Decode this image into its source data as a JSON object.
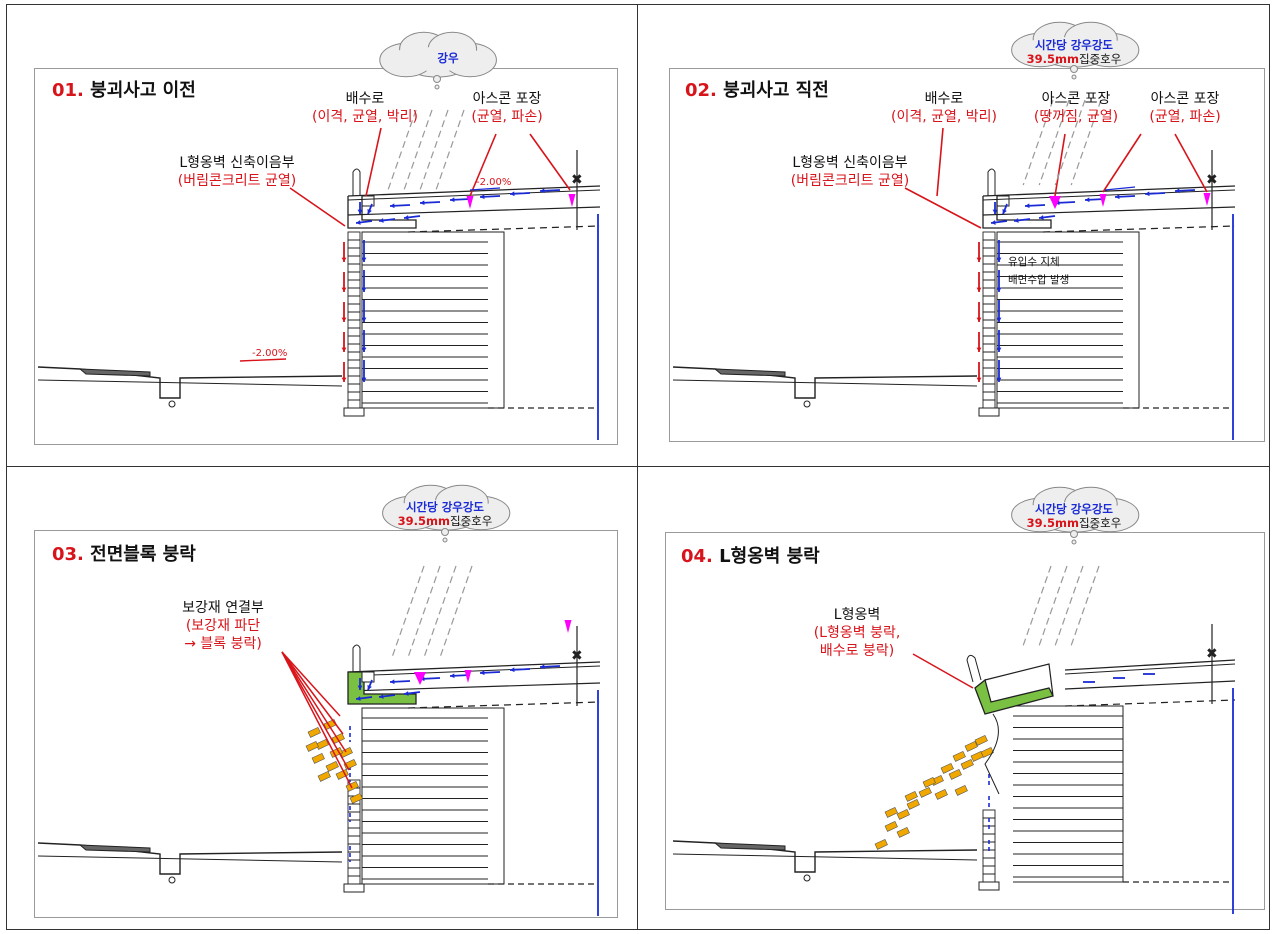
{
  "panels": [
    {
      "num": "01.",
      "title": "붕괴사고 이전",
      "cloud_line1": "강우",
      "cloud_line2_value": "",
      "cloud_line2_suffix": "",
      "labels": {
        "drain": "배수로",
        "drain_state": "(이격, 균열, 박리)",
        "asphalt1": "아스콘 포장",
        "asphalt1_state": "(균열, 파손)",
        "joint": "L형옹벽 신축이음부",
        "joint_state": "(버림콘크리트 균열)"
      },
      "slopes": [
        "-2.00%",
        "-2.00%"
      ]
    },
    {
      "num": "02.",
      "title": "붕괴사고 직전",
      "cloud_line1": "시간당 강우강도",
      "cloud_line2_value": "39.5mm",
      "cloud_line2_suffix": "집중호우",
      "labels": {
        "drain": "배수로",
        "drain_state": "(이격, 균열, 박리)",
        "asphalt1": "아스콘 포장",
        "asphalt1_state": "(땅꺼짐, 균열)",
        "asphalt2": "아스콘 포장",
        "asphalt2_state": "(균열, 파손)",
        "joint": "L형옹벽 신축이음부",
        "joint_state": "(버림콘크리트 균열)",
        "inflow1": "유입수 지체",
        "inflow2": "배면수압 발생"
      }
    },
    {
      "num": "03.",
      "title": "전면블록 붕락",
      "cloud_line1": "시간당 강우강도",
      "cloud_line2_value": "39.5mm",
      "cloud_line2_suffix": "집중호우",
      "labels": {
        "reinf": "보강재 연결부",
        "reinf_state1": "(보강재 파단",
        "reinf_state2": "→ 블록 붕락)"
      }
    },
    {
      "num": "04.",
      "title": "L형옹벽 붕락",
      "cloud_line1": "시간당 강우강도",
      "cloud_line2_value": "39.5mm",
      "cloud_line2_suffix": "집중호우",
      "labels": {
        "lwall": "L형옹벽",
        "lwall_state1": "(L형옹벽 붕락,",
        "lwall_state2": "배수로 붕락)"
      }
    }
  ],
  "colors": {
    "title_number": "#d8141b",
    "state_text": "#d8141b",
    "flow_arrow": "#1a2bd6",
    "pressure_marker": "#ff00ff",
    "damaged_wall": "#7ac143",
    "fallen_block": "#f0a800",
    "cloud_fill": "#eeeeee"
  }
}
